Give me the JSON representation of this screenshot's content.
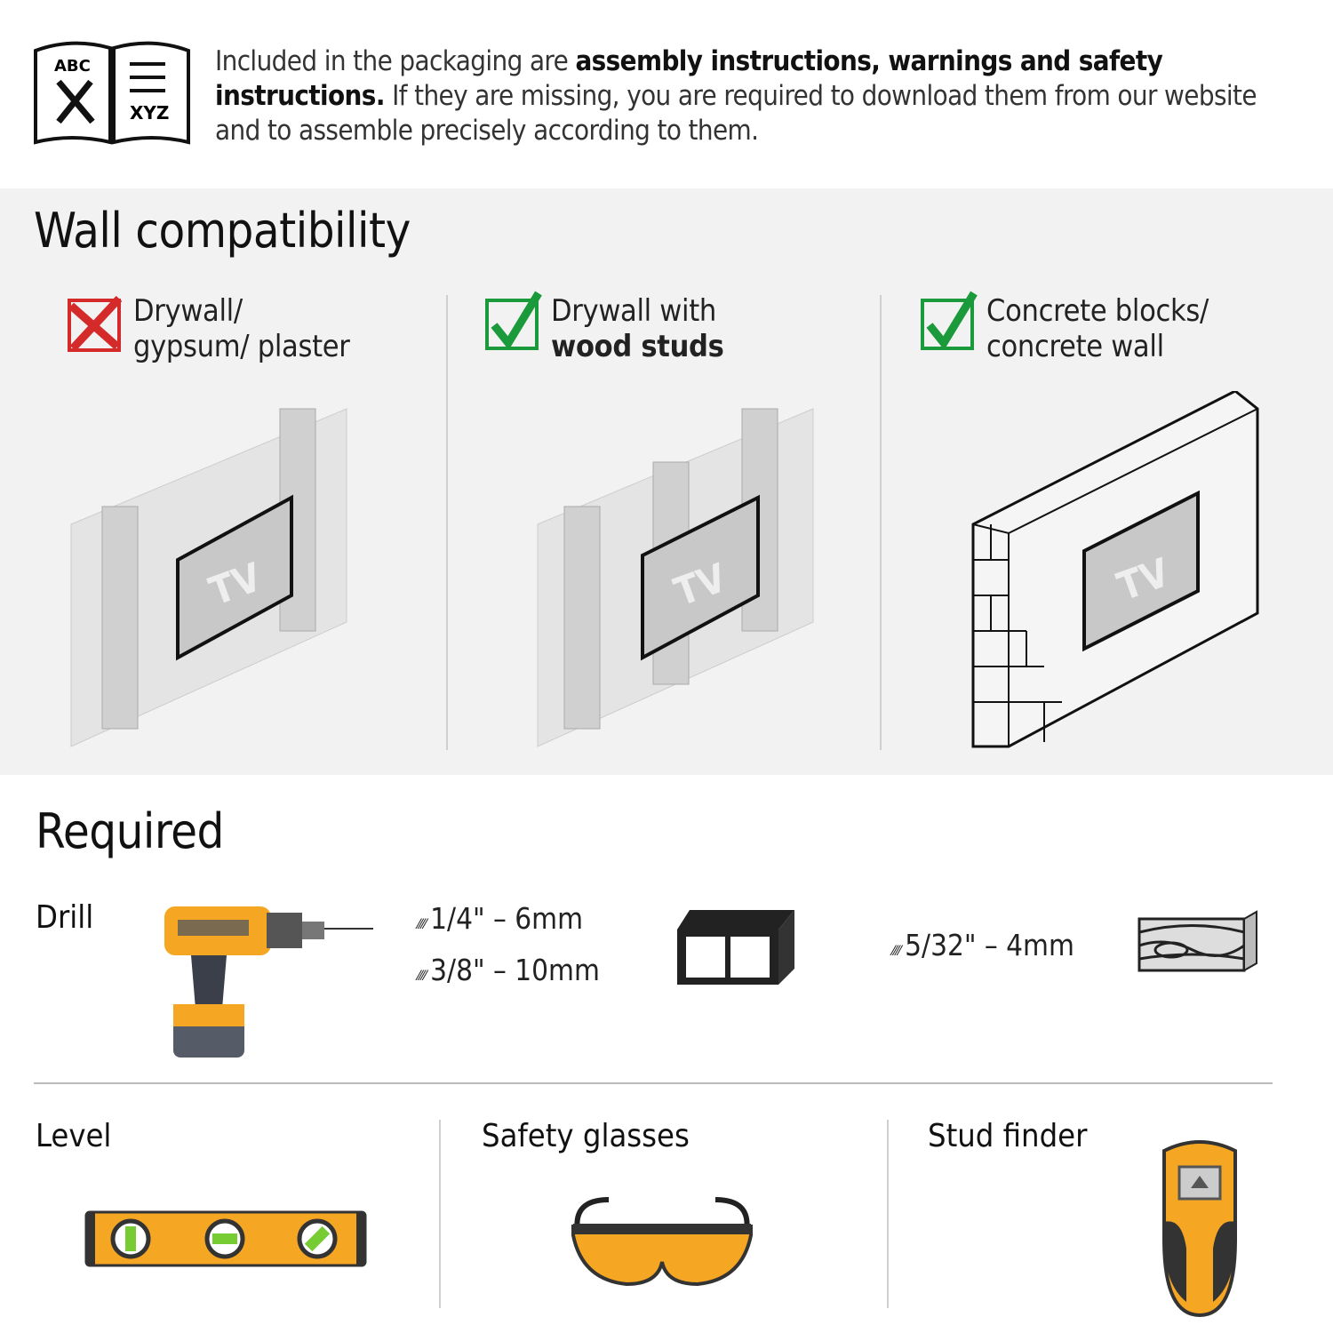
{
  "intro": {
    "text_a": "Included in the packaging are ",
    "bold": "assembly instructions, warnings and safety instructions.",
    "text_b": " If they are missing, you are required to download them from our website and to assemble precisely according to them.",
    "book_left": "ABC",
    "book_right": "XYZ"
  },
  "walls": {
    "title": "Wall compatibility",
    "items": [
      {
        "line1": "Drywall/",
        "line2": "gypsum/ plaster",
        "status": "not-compatible",
        "tv": "TV"
      },
      {
        "line1": "Drywall with",
        "line2": "wood studs",
        "status": "compatible",
        "tv": "TV"
      },
      {
        "line1": "Concrete blocks/",
        "line2": "concrete wall",
        "status": "compatible",
        "tv": "TV"
      }
    ]
  },
  "required": {
    "title": "Required",
    "drill": {
      "label": "Drill",
      "bits_concrete": [
        "1/4\" – 6mm",
        "3/8\" – 10mm"
      ],
      "bits_wood": [
        "5/32\" – 4mm"
      ]
    },
    "tools": [
      {
        "label": "Level"
      },
      {
        "label": "Safety glasses"
      },
      {
        "label": "Stud finder"
      }
    ]
  },
  "colors": {
    "accent": "#f5a623",
    "check": "#1a9a3a",
    "cross": "#d42a2a",
    "band": "#f2f2f2"
  }
}
